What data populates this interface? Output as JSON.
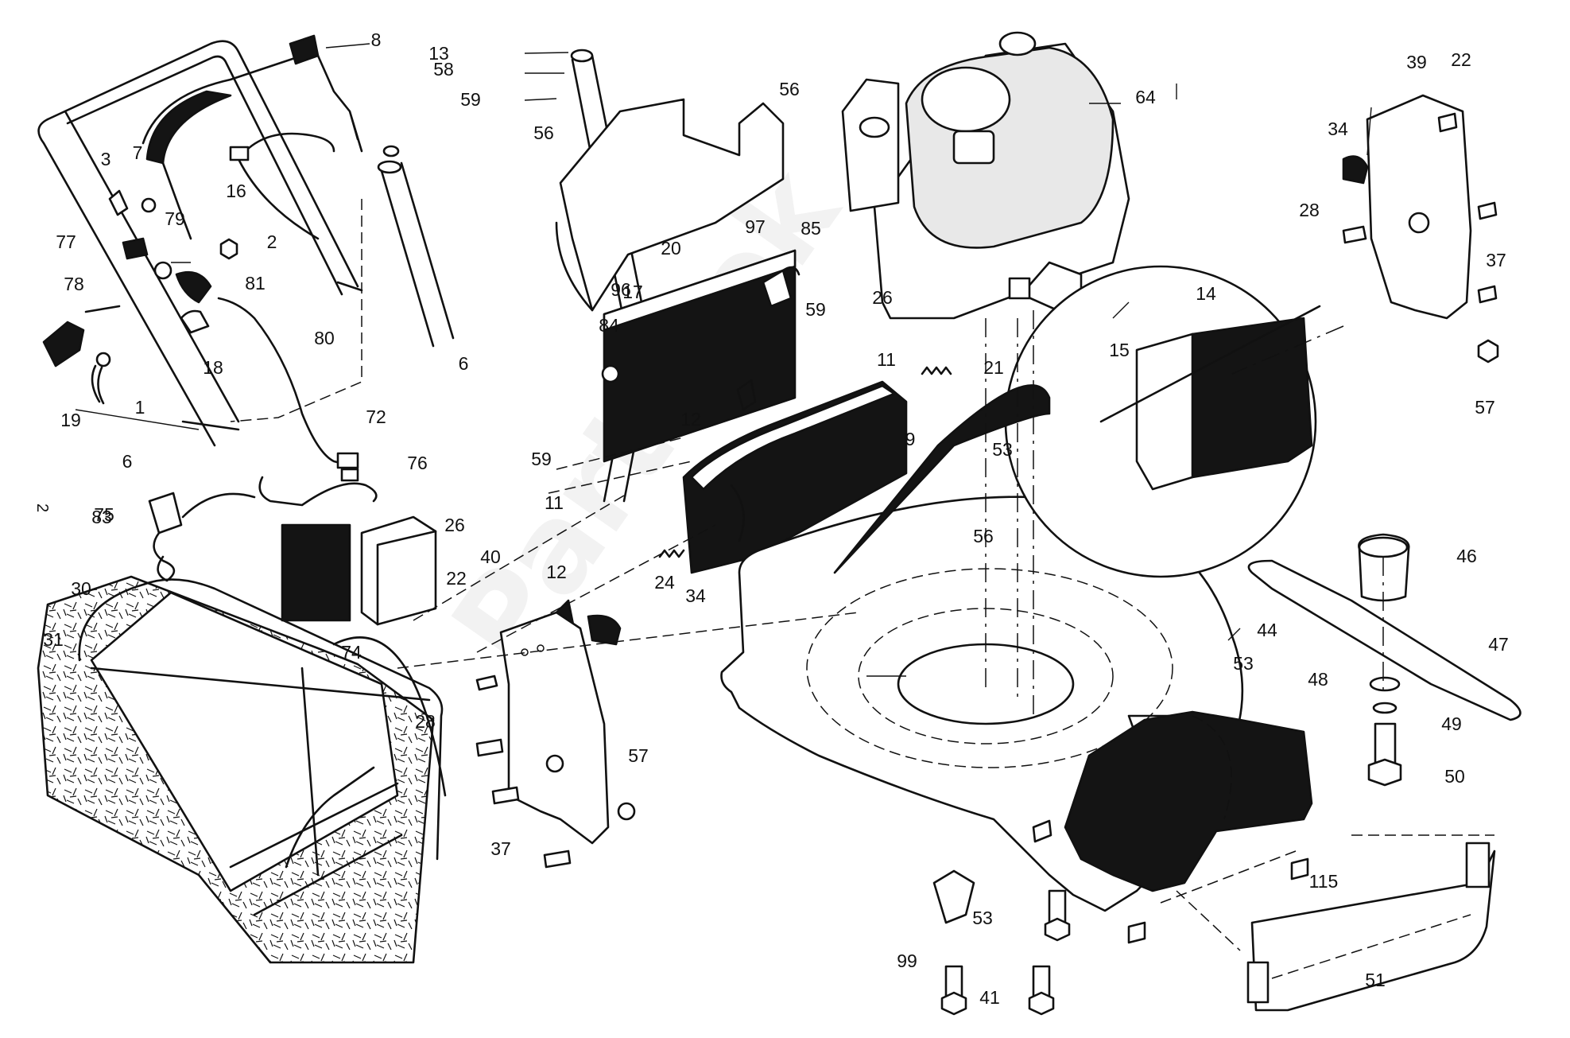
{
  "page_marker": "2",
  "watermark": "Partstek",
  "part_callouts": [
    "1",
    "2",
    "3",
    "6",
    "6",
    "7",
    "8",
    "9",
    "11",
    "11",
    "12",
    "12",
    "13",
    "14",
    "15",
    "16",
    "17",
    "18",
    "19",
    "20",
    "21",
    "22",
    "22",
    "24",
    "26",
    "26",
    "28",
    "28",
    "30",
    "31",
    "34",
    "34",
    "37",
    "37",
    "39",
    "40",
    "41",
    "44",
    "46",
    "47",
    "48",
    "49",
    "50",
    "51",
    "53",
    "53",
    "53",
    "56",
    "56",
    "56",
    "57",
    "57",
    "58",
    "59",
    "59",
    "59",
    "64",
    "72",
    "74",
    "75",
    "76",
    "77",
    "78",
    "79",
    "80",
    "81",
    "83",
    "84",
    "85",
    "96",
    "97",
    "99",
    "115"
  ]
}
